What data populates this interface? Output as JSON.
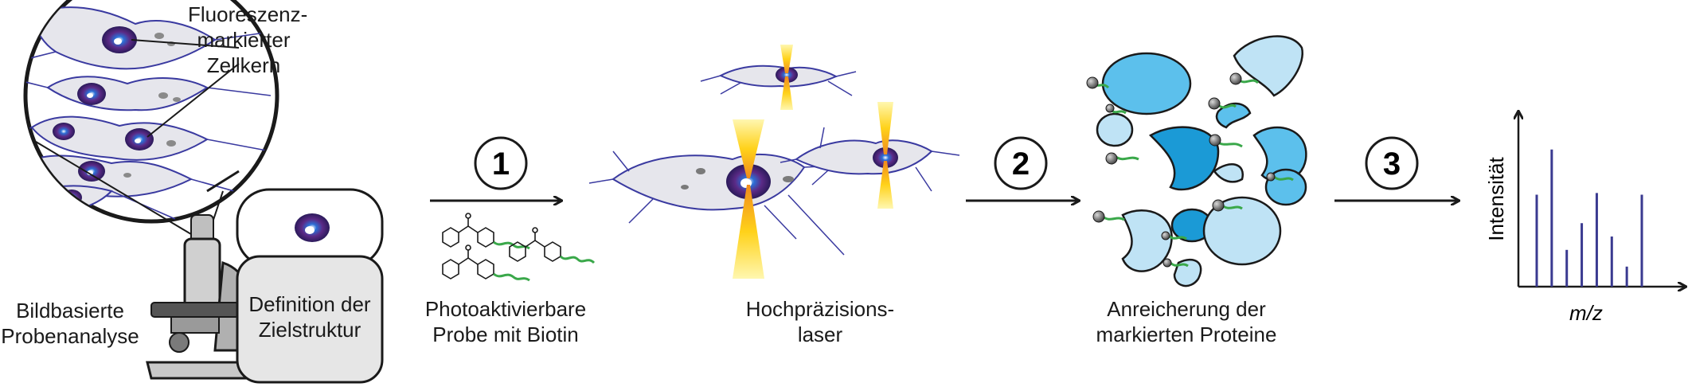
{
  "labels": {
    "fluorescent_nucleus": [
      "Fluoreszenz-",
      "markierter",
      "Zellkern"
    ],
    "image_analysis": [
      "Bildbasierte",
      "Probenanalyse"
    ],
    "target_definition": [
      "Definition der",
      "Zielstruktur"
    ],
    "probe": [
      "Photoaktivierbare",
      "Probe mit Biotin"
    ],
    "laser": [
      "Hochpräzisions-",
      "laser"
    ],
    "enrichment": [
      "Anreicherung der",
      "markierten Proteine"
    ]
  },
  "steps": [
    {
      "number": "1"
    },
    {
      "number": "2"
    },
    {
      "number": "3"
    }
  ],
  "spectrum": {
    "ylabel": "Intensität",
    "xlabel": "m/z"
  },
  "colors": {
    "stroke": "#1a1a1a",
    "cell_outline": "#3a3aa0",
    "cell_fill": "#e6e6ec",
    "nucleus_purple": "#5b2a86",
    "nucleus_blue": "#2b6fd6",
    "protein_light": "#bfe3f5",
    "protein_mid": "#5cc0ec",
    "protein_dark": "#1b9ad6",
    "biotin_green": "#3aa84a",
    "laser_orange": "#f08a1c",
    "laser_yellow": "#ffd21a",
    "spectrum_bar": "#3a3a90",
    "box_fill": "#e6e6e6"
  },
  "chart_data": {
    "type": "bar",
    "title": "",
    "xlabel": "m/z",
    "ylabel": "Intensität",
    "grid": false,
    "series": [
      {
        "values": [
          0.55,
          0.82,
          0.22,
          0.38,
          0.56,
          0.3,
          0.12,
          0.55
        ]
      }
    ]
  }
}
